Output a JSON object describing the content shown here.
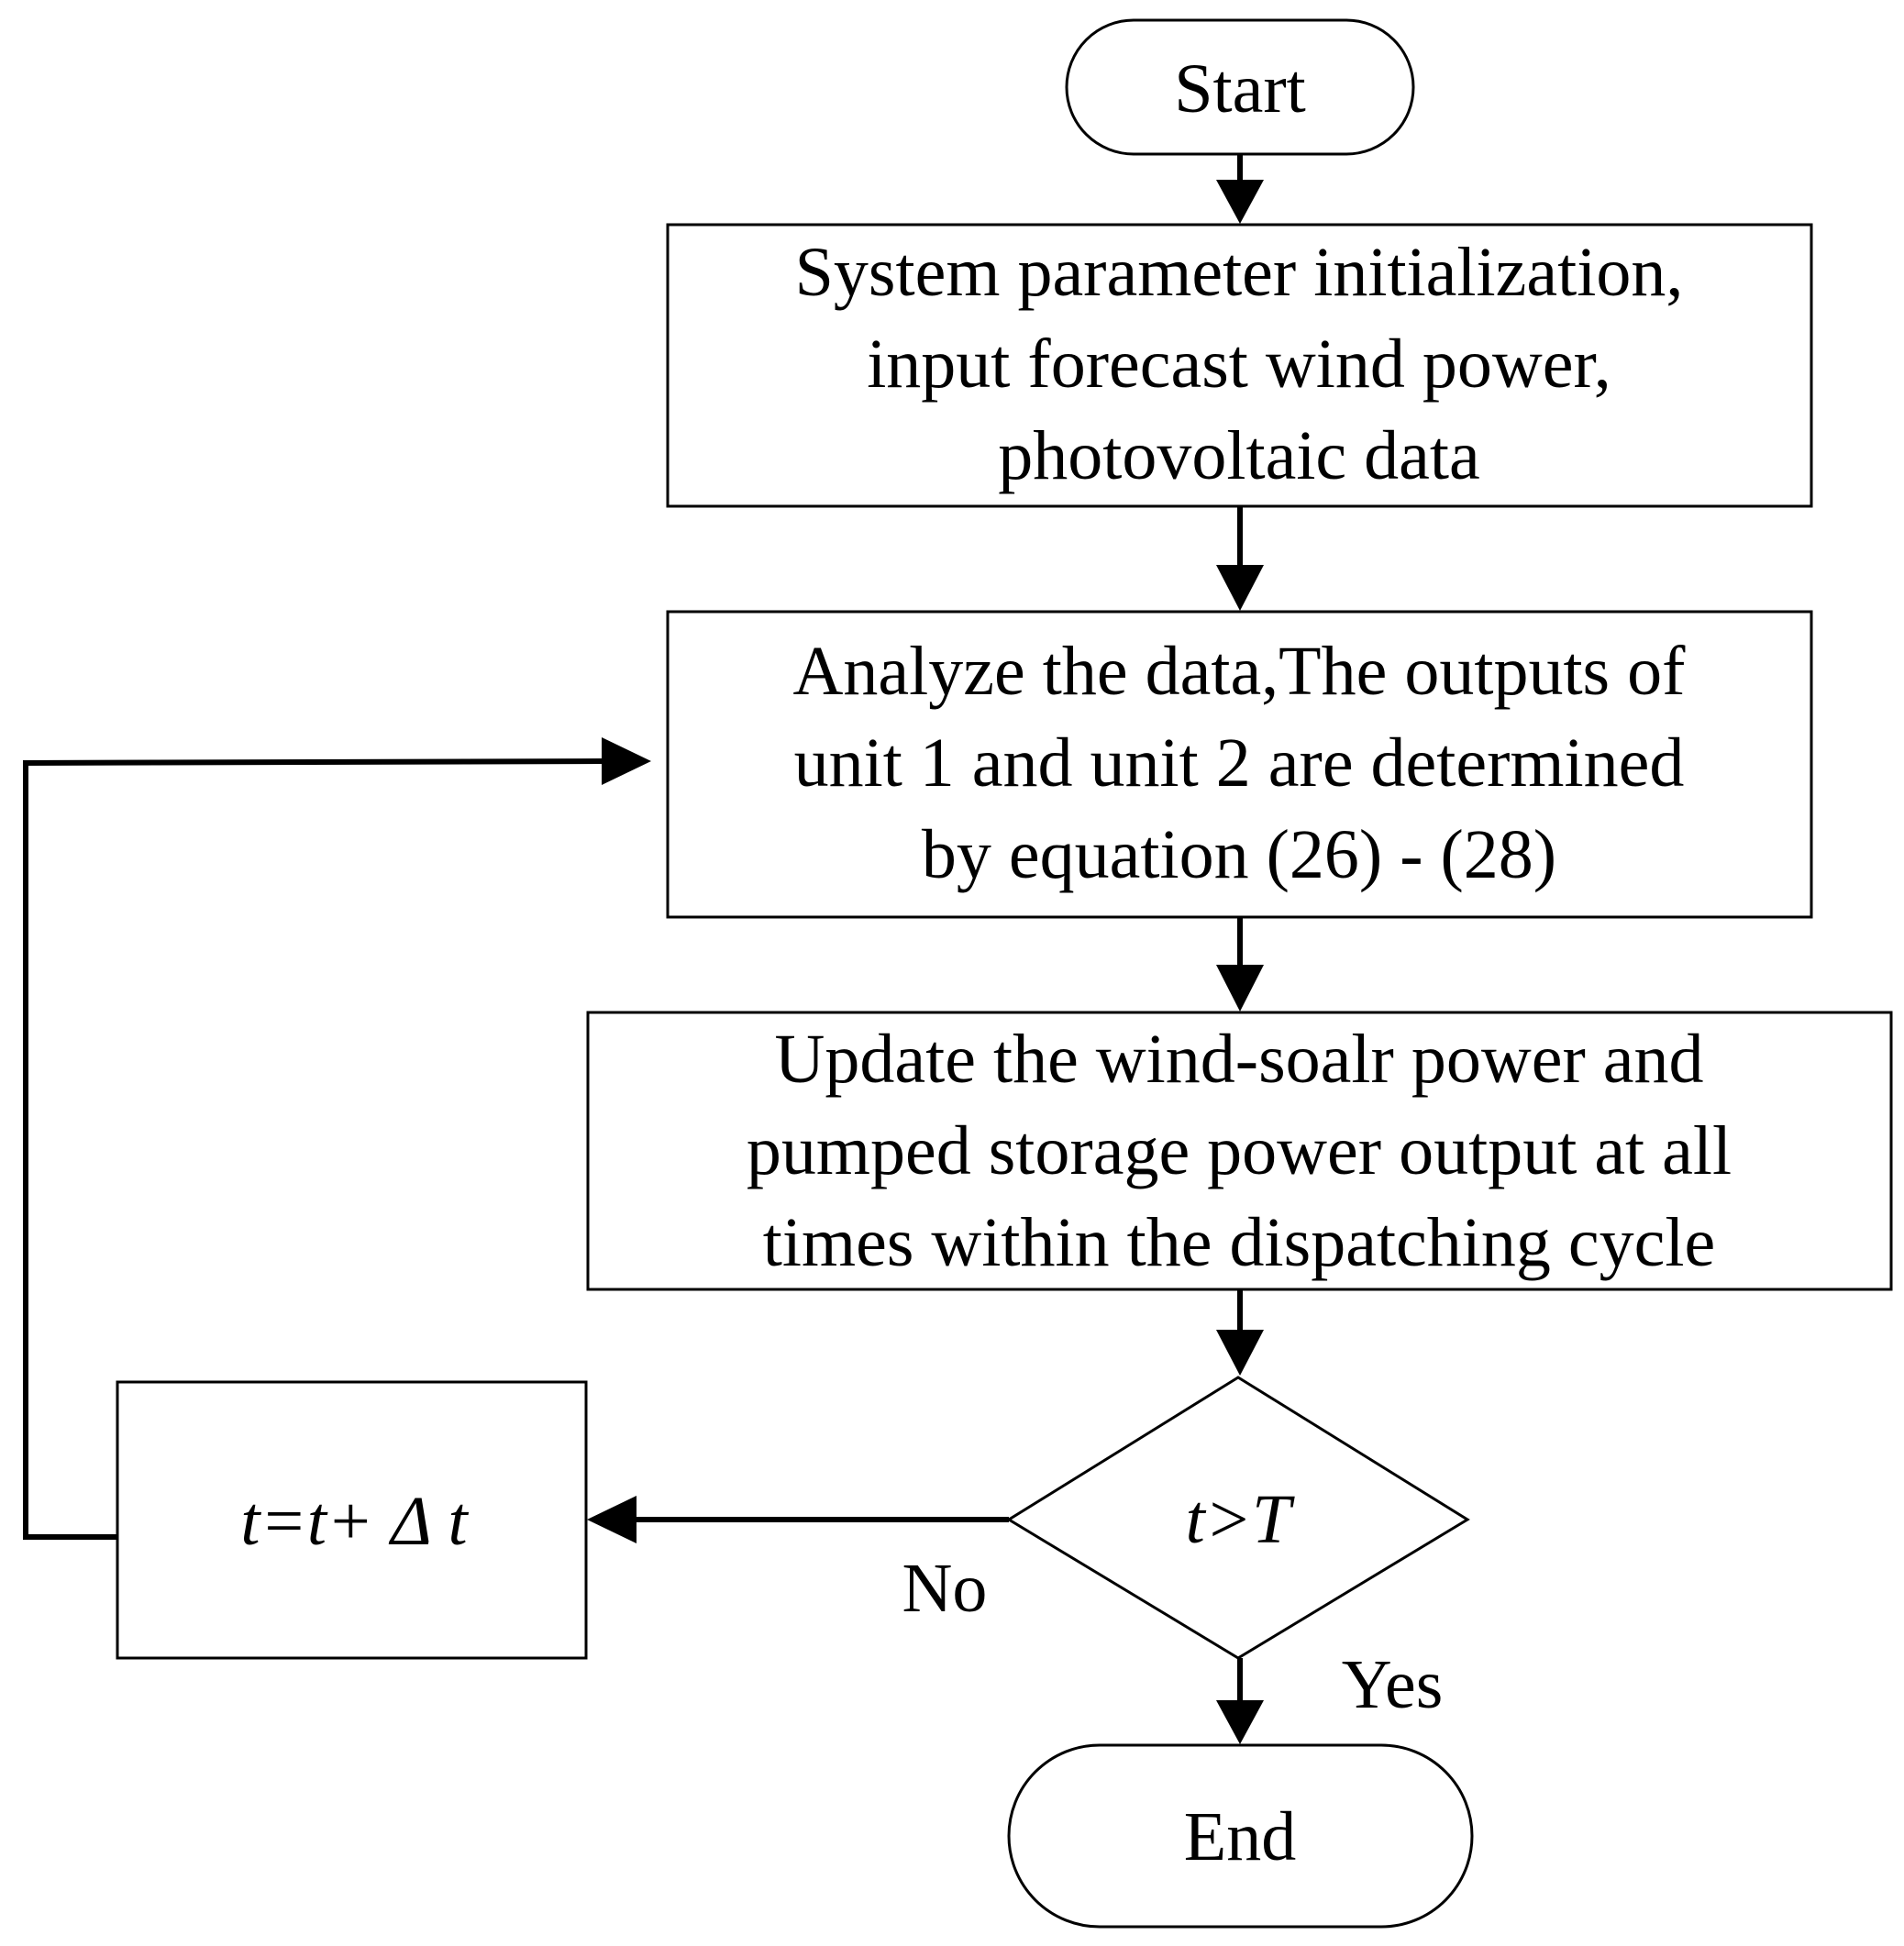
{
  "start": {
    "label": "Start"
  },
  "init": {
    "lines": [
      "System parameter initialization,",
      "input forecast wind power,",
      "photovoltaic data"
    ]
  },
  "analyze": {
    "lines": [
      "Analyze the data,The outputs of",
      "unit 1 and unit 2 are determined",
      "by equation (26) - (28)"
    ]
  },
  "update": {
    "lines": [
      "Update the wind-soalr power and",
      "pumped storage power output at all",
      "times within the dispatching cycle"
    ]
  },
  "decision": {
    "label": "t>T"
  },
  "increment": {
    "label": "t=t+ Δ t"
  },
  "edges": {
    "no_label": "No",
    "yes_label": "Yes"
  },
  "end": {
    "label": "End"
  }
}
